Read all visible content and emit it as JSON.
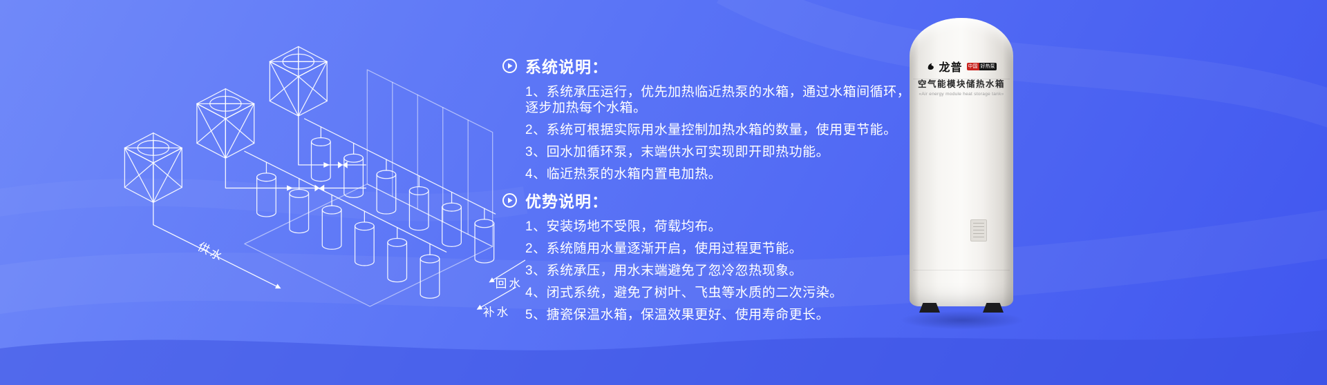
{
  "diagram": {
    "labels": {
      "supply": "供水",
      "return": "回水",
      "makeup": "补水"
    }
  },
  "system_section": {
    "title": "系统说明：",
    "items": [
      "1、系统承压运行，优先加热临近热泵的水箱，通过水箱间循环，逐步加热每个水箱。",
      "2、系统可根据实际用水量控制加热水箱的数量，使用更节能。",
      "3、回水加循环泵，末端供水可实现即开即热功能。",
      "4、临近热泵的水箱内置电加热。"
    ]
  },
  "advantage_section": {
    "title": "优势说明：",
    "items": [
      "1、安装场地不受限，荷载均布。",
      "2、系统随用水量逐渐开启，使用过程更节能。",
      "3、系统承压，用水末端避免了忽冷忽热现象。",
      "4、闭式系统，避免了树叶、飞虫等水质的二次污染。",
      "5、搪瓷保温水箱，保温效果更好、使用寿命更长。"
    ]
  },
  "product": {
    "brand": "龙普",
    "badge_cn": "中国",
    "badge_rest": "好热泵",
    "name": "空气能模块储热水箱",
    "name_en": "«Air energy module heat storage tank»"
  },
  "colors": {
    "background_top": "#7089f9",
    "background_bottom": "#4056ef",
    "text": "#ffffff",
    "badge_red": "#c8231e",
    "tank_white": "#f7f6f3"
  }
}
